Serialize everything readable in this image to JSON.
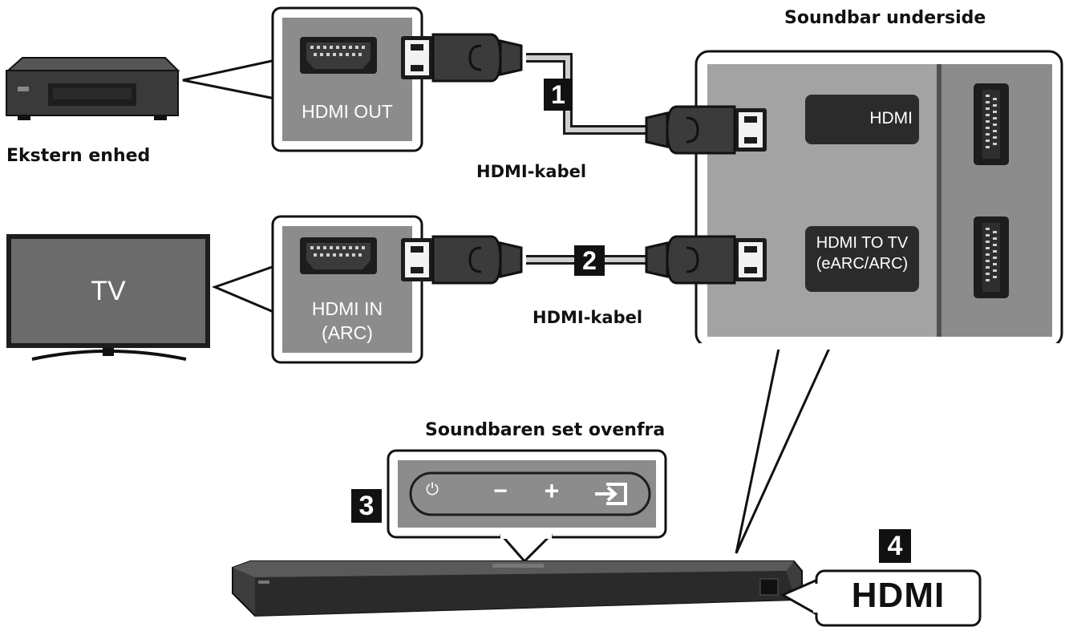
{
  "labels": {
    "soundbar_underside": "Soundbar underside",
    "external_device": "Ekstern enhed",
    "hdmi_cable_1": "HDMI-kabel",
    "hdmi_cable_2": "HDMI-kabel",
    "soundbar_top_view": "Soundbaren set ovenfra",
    "tv": "TV"
  },
  "callouts": {
    "hdmi_out": "HDMI OUT",
    "hdmi_in_line1": "HDMI IN",
    "hdmi_in_line2": "(ARC)"
  },
  "ports": {
    "hdmi": "HDMI",
    "hdmi_to_tv_line1": "HDMI TO TV",
    "hdmi_to_tv_line2": "(eARC/ARC)"
  },
  "steps": [
    "1",
    "2",
    "3",
    "4"
  ],
  "panel_buttons": {
    "power": "⏻",
    "minus": "−",
    "plus": "+",
    "source": "source-icon"
  },
  "hdmi_logo": "HDMI",
  "colors": {
    "panel_gray": "#8c8c8c",
    "panel_inner": "#a3a3a3",
    "dark": "#2b2b2b",
    "black": "#111111"
  }
}
